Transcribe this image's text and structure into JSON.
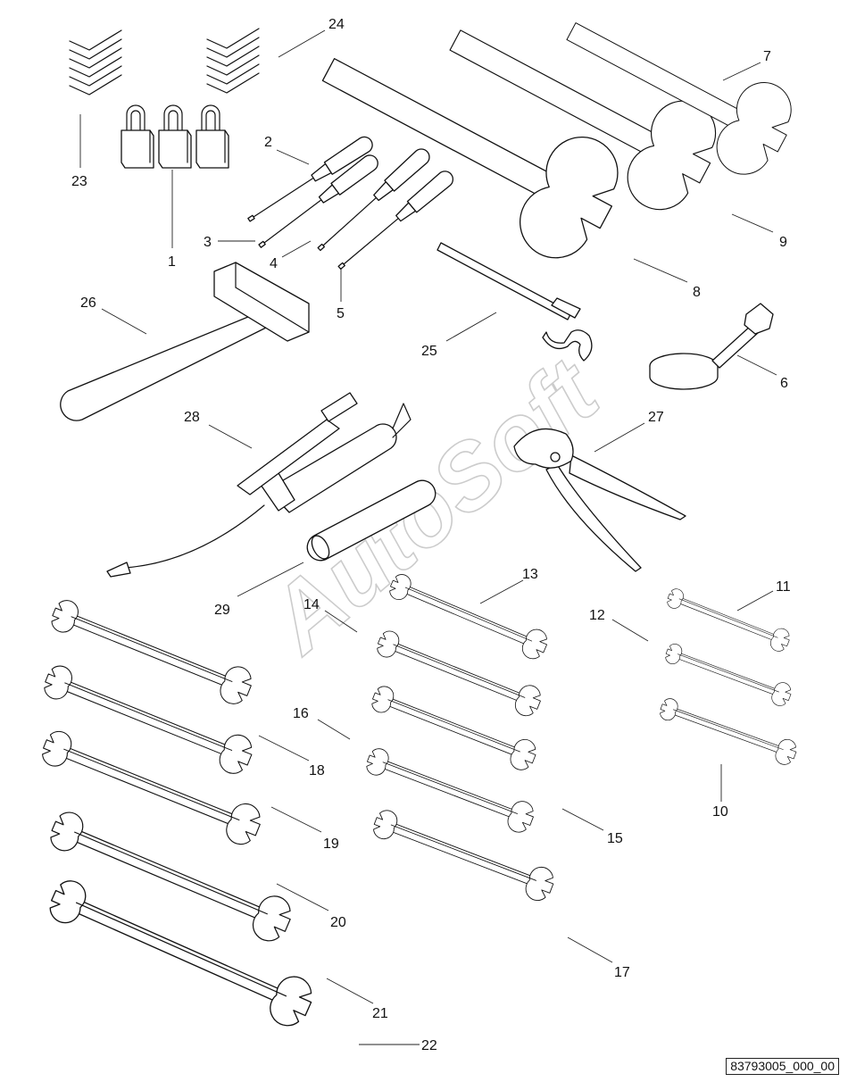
{
  "diagram": {
    "watermark": "AutoSoft",
    "reference_code": "83793005_000_00",
    "callouts": {
      "n1": "1",
      "n2": "2",
      "n3": "3",
      "n4": "4",
      "n5": "5",
      "n6": "6",
      "n7": "7",
      "n8": "8",
      "n9": "9",
      "n10": "10",
      "n11": "11",
      "n12": "12",
      "n13": "13",
      "n14": "14",
      "n15": "15",
      "n16": "16",
      "n17": "17",
      "n18": "18",
      "n19": "19",
      "n20": "20",
      "n21": "21",
      "n22": "22",
      "n23": "23",
      "n24": "24",
      "n25": "25",
      "n26": "26",
      "n27": "27",
      "n28": "28",
      "n29": "29"
    }
  }
}
